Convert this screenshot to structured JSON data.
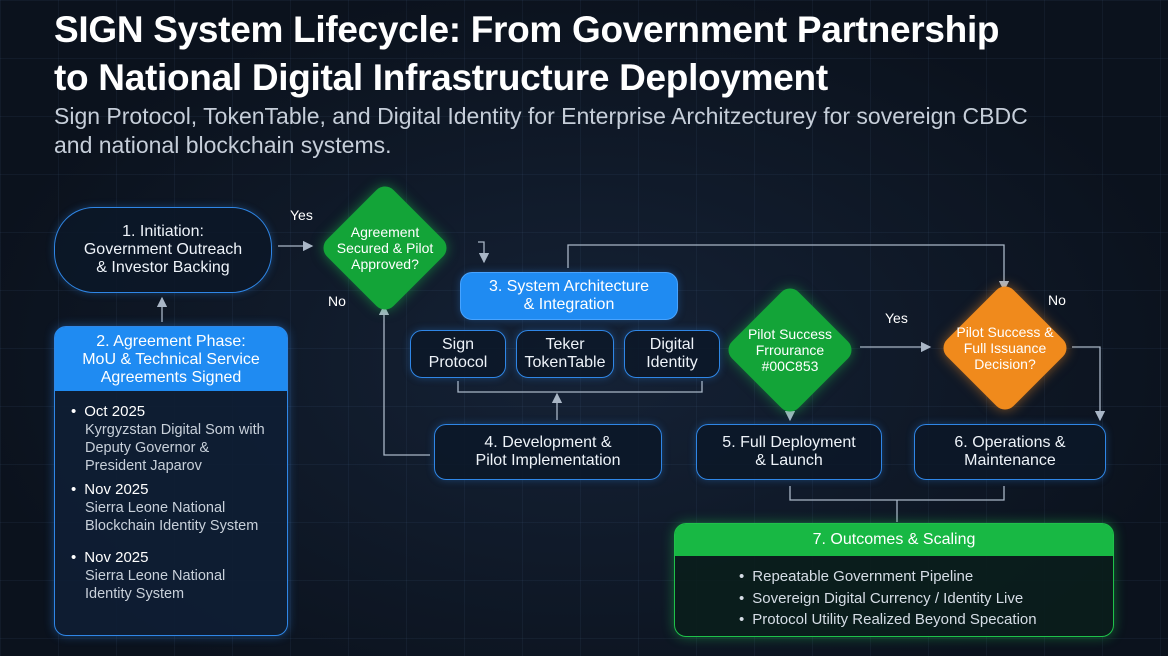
{
  "title": "SIGN System Lifecycle: From Government Partnership\nto National Digital Infrastructure Deployment",
  "subtitle": "Sign Protocol, TokenTable, and Digital Identity for Enterprise Architzecturey for sovereign CBDC and national blockchain systems.",
  "nodes": {
    "initiation": "1. Initiation:\nGovernment Outreach\n& Investor Backing",
    "agreement_decision": "Agreement\nSecured & Pilot\nApproved?",
    "architecture": "3. System Architecture\n& Integration",
    "sign_protocol": "Sign\nProtocol",
    "tokentable": "Teker\nTokenTable",
    "digital_identity": "Digital\nIdentity",
    "pilot_success": "Pilot Success\nFrrourance\n#00C853",
    "full_issuance": "Pilot Success &\nFull Issuance\nDecision?",
    "development": "4. Development &\nPilot Implementation",
    "full_deployment": "5. Full Deployment\n& Launch",
    "operations": "6. Operations &\nMaintenance"
  },
  "edge_labels": {
    "yes_1": "Yes",
    "no_1": "No",
    "yes_2": "Yes",
    "no_2": "No"
  },
  "agreement_phase": {
    "header": "2. Agreement Phase:\nMoU & Technical Service\nAgreements Signed",
    "items": [
      {
        "date": "Oct 2025",
        "desc": "Kyrgyzstan Digital Som with\nDeputy Governor &\nPresident Japarov"
      },
      {
        "date": "Nov 2025",
        "desc": "Sierra Leone National\nBlockchain Identity System"
      },
      {
        "date": "Nov 2025",
        "desc": "Sierra Leone National\nIdentity System"
      }
    ]
  },
  "outcomes": {
    "header": "7. Outcomes & Scaling",
    "items": [
      "Repeatable Government Pipeline",
      "Sovereign Digital Currency / Identity Live",
      "Protocol Utility Realized Beyond Specation"
    ]
  },
  "colors": {
    "background": "#0d1522",
    "accent_blue": "#1f8bf2",
    "accent_green": "#18b844",
    "accent_orange": "#f08a1c",
    "connector": "#a9b6c6"
  }
}
